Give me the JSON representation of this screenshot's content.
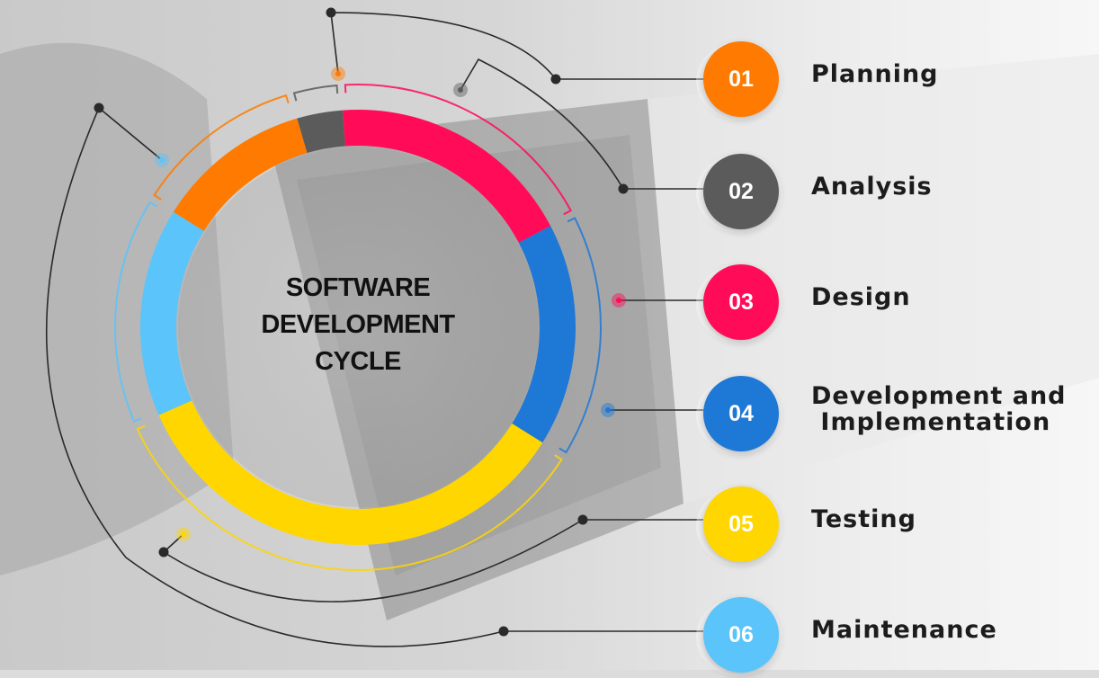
{
  "title_lines": [
    "SOFTWARE",
    "DEVELOPMENT",
    "CYCLE"
  ],
  "steps": [
    {
      "number": "01",
      "label_lines": [
        "Planning"
      ],
      "color": "#FF7A00",
      "share": 0.116
    },
    {
      "number": "02",
      "label_lines": [
        "Analysis"
      ],
      "color": "#5B5B5B",
      "share": 0.034
    },
    {
      "number": "03",
      "label_lines": [
        "Design"
      ],
      "color": "#FF0B57",
      "share": 0.184
    },
    {
      "number": "04",
      "label_lines": [
        "Development and",
        " Implementation"
      ],
      "color": "#1E78D6",
      "share": 0.166
    },
    {
      "number": "05",
      "label_lines": [
        "Testing"
      ],
      "color": "#FFD600",
      "share": 0.345
    },
    {
      "number": "06",
      "label_lines": [
        "Maintenance"
      ],
      "color": "#5BC4FA",
      "share": 0.155
    }
  ]
}
